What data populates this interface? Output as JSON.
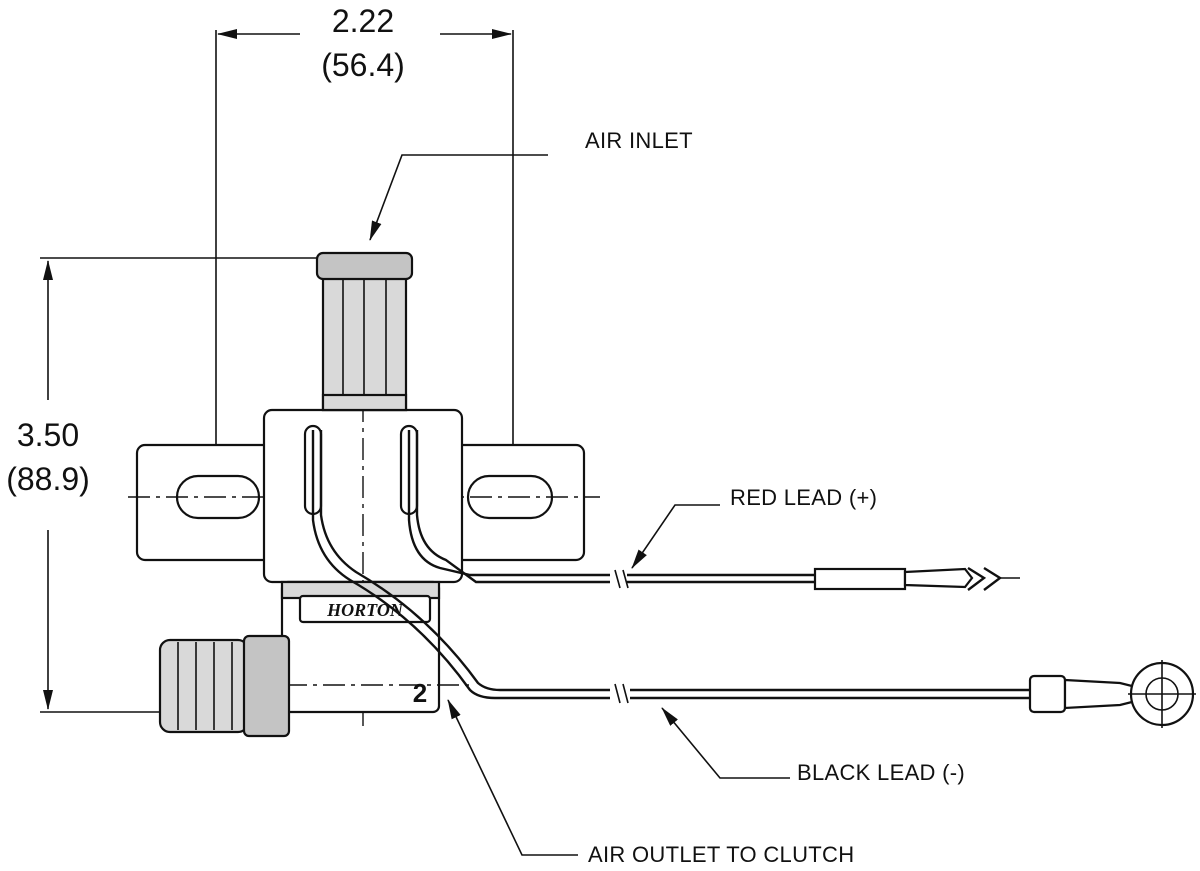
{
  "dimensions": {
    "width_in": "2.22",
    "width_mm": "(56.4)",
    "height_in": "3.50",
    "height_mm": "(88.9)"
  },
  "callouts": {
    "air_inlet": "AIR INLET",
    "red_lead": "RED LEAD (+)",
    "black_lead": "BLACK LEAD (-)",
    "air_outlet": "AIR OUTLET TO CLUTCH"
  },
  "body": {
    "brand": "HORTON",
    "port_number": "2"
  }
}
